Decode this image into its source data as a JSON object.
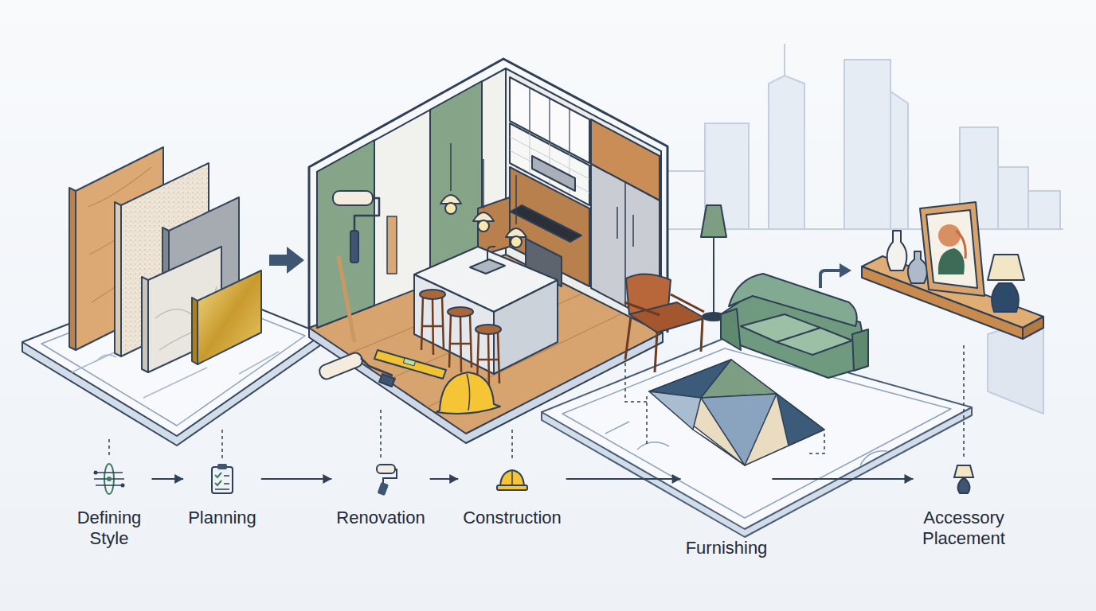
{
  "diagram": {
    "nodes": [
      {
        "text": [
          "Defining Style"
        ]
      },
      {
        "text": [
          "Planning"
        ]
      },
      {
        "text": [
          "Renovation"
        ]
      },
      {
        "text": [
          "Construction"
        ]
      },
      {
        "text": [
          "Furnishing"
        ]
      },
      {
        "text": [
          "Accessory Placement"
        ]
      }
    ],
    "edges": [
      {
        "from": 0,
        "to": 1,
        "arrow": "to"
      },
      {
        "from": 1,
        "to": 2,
        "arrow": "to"
      },
      {
        "from": 2,
        "to": 3,
        "arrow": "to"
      },
      {
        "from": 3,
        "to": 4,
        "arrow": "to"
      },
      {
        "from": 4,
        "to": 5,
        "arrow": "to"
      }
    ]
  }
}
